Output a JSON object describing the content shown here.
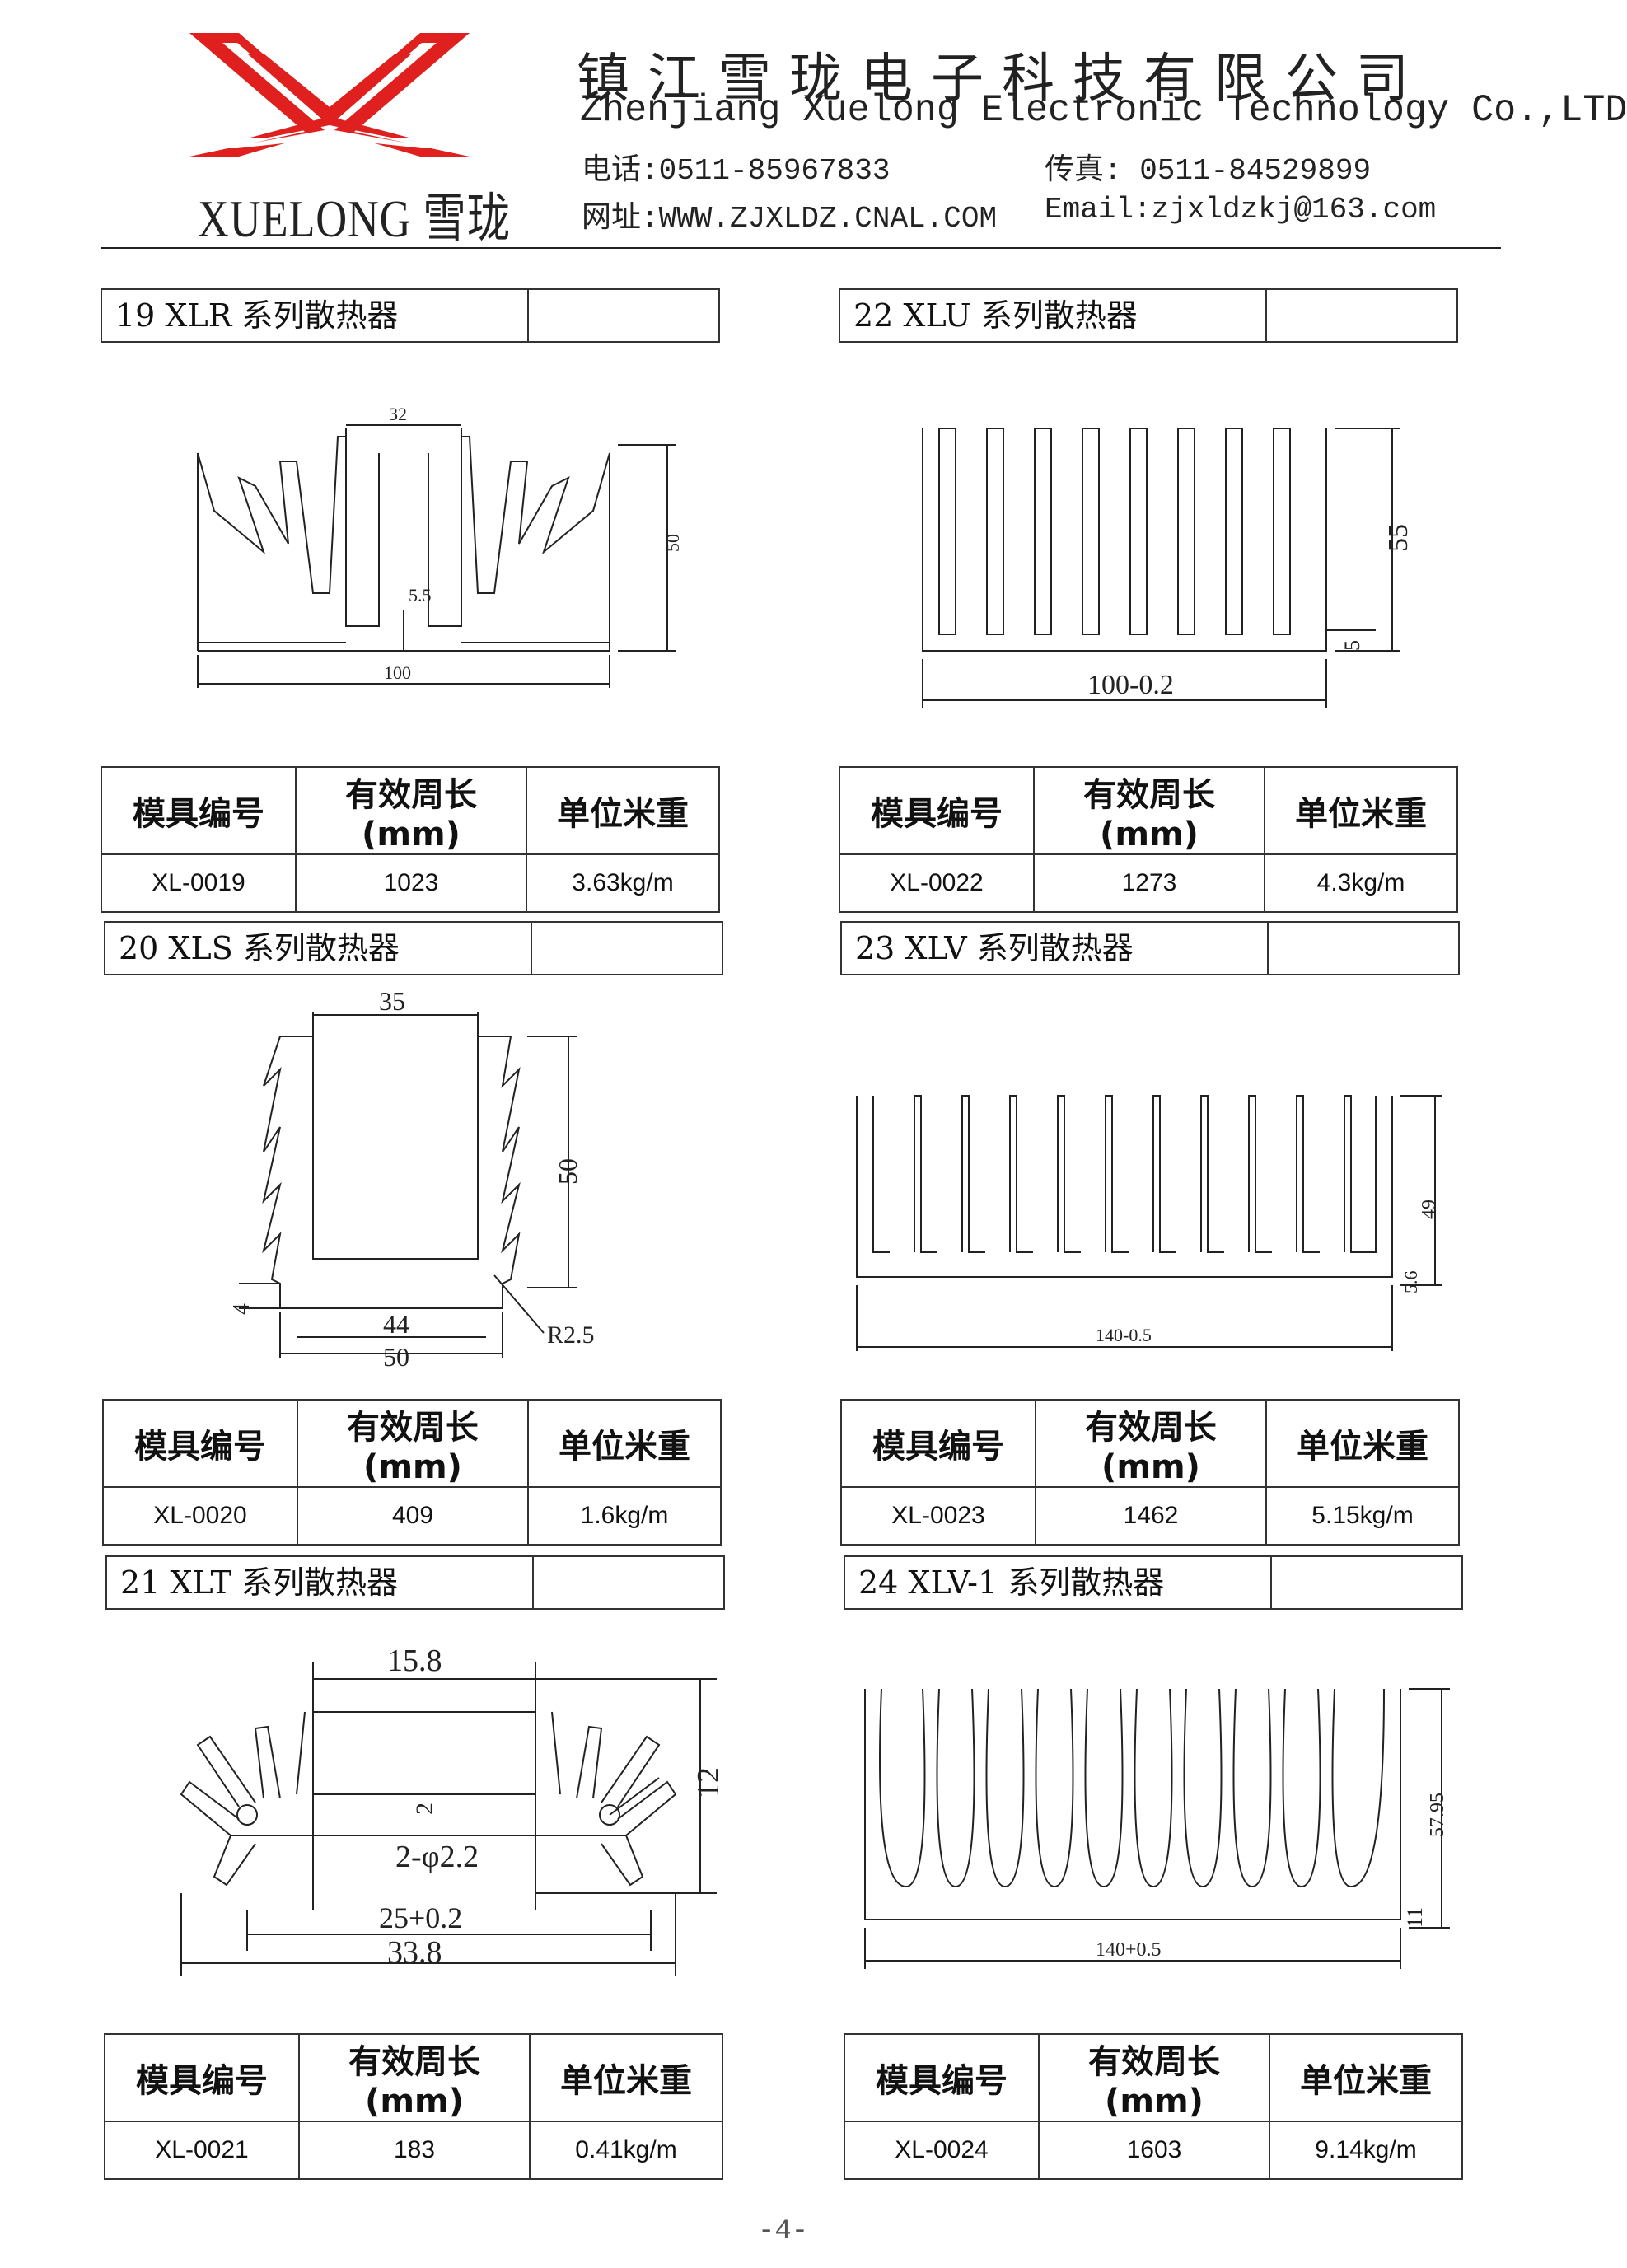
{
  "header": {
    "brand": "XUELONG 雪珑",
    "company_cn": "镇江雪珑电子科技有限公司",
    "company_en": "Zhenjiang Xuelong Electronic Technology Co.,LTD",
    "phone": "电话:0511-85967833",
    "fax": "传真: 0511-84529899",
    "website": "网址:WWW.ZJXLDZ.CNAL.COM",
    "email": "Email:zjxldzkj@163.com",
    "brand_color": "#e0201e"
  },
  "table_headers": [
    "模具编号",
    "有效周长(mm)",
    "单位米重"
  ],
  "products": [
    {
      "title": "19 XLR 系列散热器",
      "model": "XL-0019",
      "perimeter": "1023",
      "weight": "3.63kg/m",
      "dims": {
        "top": "32",
        "height": "50",
        "base": "5.5",
        "width": "100"
      }
    },
    {
      "title": "22 XLU 系列散热器",
      "model": "XL-0022",
      "perimeter": "1273",
      "weight": "4.3kg/m",
      "dims": {
        "height": "55",
        "base": "5",
        "width": "100-0.2"
      }
    },
    {
      "title": "20 XLS 系列散热器",
      "model": "XL-0020",
      "perimeter": "409",
      "weight": "1.6kg/m",
      "dims": {
        "top": "35",
        "height": "50",
        "base": "4",
        "inner": "44",
        "width": "50",
        "radius": "R2.5"
      }
    },
    {
      "title": "23 XLV 系列散热器",
      "model": "XL-0023",
      "perimeter": "1462",
      "weight": "5.15kg/m",
      "dims": {
        "height": "49",
        "base": "5.6",
        "width": "140-0.5"
      }
    },
    {
      "title": "21 XLT 系列散热器",
      "model": "XL-0021",
      "perimeter": "183",
      "weight": "0.41kg/m",
      "dims": {
        "top": "15.8",
        "base": "2",
        "hole": "2-φ2.2",
        "height": "12",
        "inner": "25+0.2",
        "width": "33.8"
      }
    },
    {
      "title": "24 XLV-1 系列散热器",
      "model": "XL-0024",
      "perimeter": "1603",
      "weight": "9.14kg/m",
      "dims": {
        "height": "57.95",
        "base": "11",
        "width": "140+0.5"
      }
    }
  ],
  "page_number": "-4-"
}
